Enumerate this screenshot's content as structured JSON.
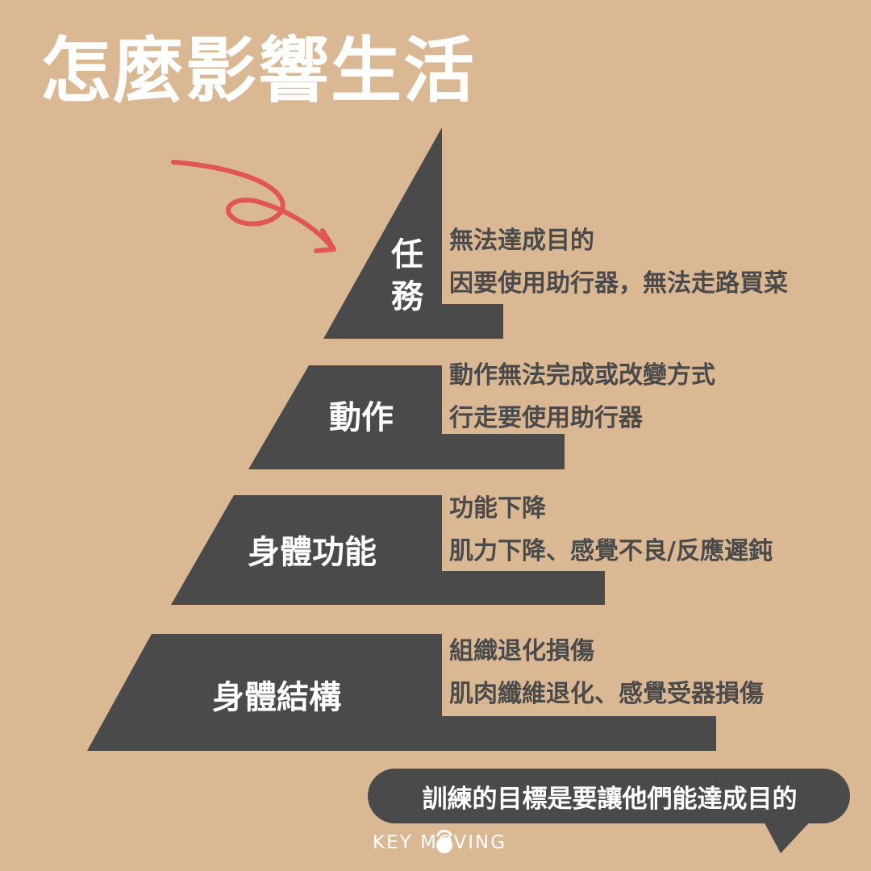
{
  "title": "怎麼影響生活",
  "levels": [
    {
      "label": "任務",
      "lines": [
        "無法達成目的",
        "因要使用助行器，無法走路買菜"
      ]
    },
    {
      "label": "動作",
      "lines": [
        "動作無法完成或改變方式",
        "行走要使用助行器"
      ]
    },
    {
      "label": "身體功能",
      "lines": [
        "功能下降",
        "肌力下降、感覺不良/反應遲鈍"
      ]
    },
    {
      "label": "身體結構",
      "lines": [
        "組織退化損傷",
        "肌肉纖維退化、感覺受器損傷"
      ]
    }
  ],
  "callout": "訓練的目標是要讓他們能達成目的",
  "brand": "KEY MOVING",
  "colors": {
    "background": "#d9b893",
    "shape": "#4a4a4a",
    "arrow": "#e05555",
    "text_light": "#ffffff"
  },
  "icons": [
    "curly-arrow-icon",
    "kettlebell-icon"
  ]
}
